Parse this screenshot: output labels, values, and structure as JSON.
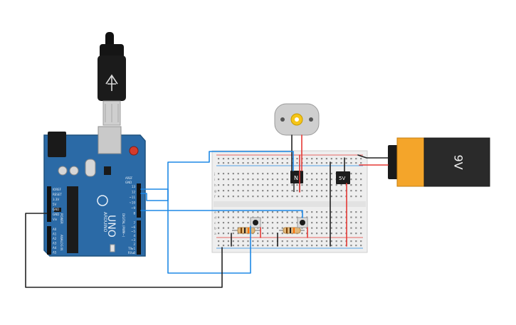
{
  "arduino": {
    "model": "UNO",
    "brand": "ARDUINO",
    "label_aref": "AREF",
    "label_gnd": "GND",
    "label_digital": "DIGITAL (PWM~)",
    "label_power": "POWER",
    "label_analog": "ANALOG IN",
    "power_pins": [
      "IOREF",
      "RESET",
      "3.3V",
      "5V",
      "GND",
      "GND",
      "Vin"
    ],
    "analog_pins": [
      "A0",
      "A1",
      "A2",
      "A3",
      "A4",
      "A5"
    ],
    "digital_pins_top": [
      "13",
      "12",
      "~11",
      "~10",
      "~9",
      "8"
    ],
    "digital_pins_bottom": [
      "7",
      "~6",
      "~5",
      "4",
      "~3",
      "2",
      "TX▸1",
      "RX◂0"
    ],
    "colors": {
      "board": "#2b6aa6",
      "board_edge": "#1f527f"
    }
  },
  "breadboard": {
    "row_letters_top": [
      "j",
      "i",
      "h",
      "g",
      "f"
    ],
    "row_letters_bottom": [
      "e",
      "d",
      "c",
      "b",
      "a"
    ],
    "colors": {
      "body": "#eeeeee",
      "rail_red": "#e53935",
      "rail_blue": "#1e88e5"
    }
  },
  "battery": {
    "label": "9V",
    "colors": {
      "body": "#2a2a2a",
      "cap": "#f4a52a"
    }
  },
  "motor": {
    "icon": "dc-motor-icon"
  },
  "transistors": [
    {
      "label": "N"
    },
    {
      "label": "5V"
    }
  ],
  "wire_colors": {
    "red": "#e53935",
    "black": "#222222",
    "blue": "#1e88e5"
  }
}
